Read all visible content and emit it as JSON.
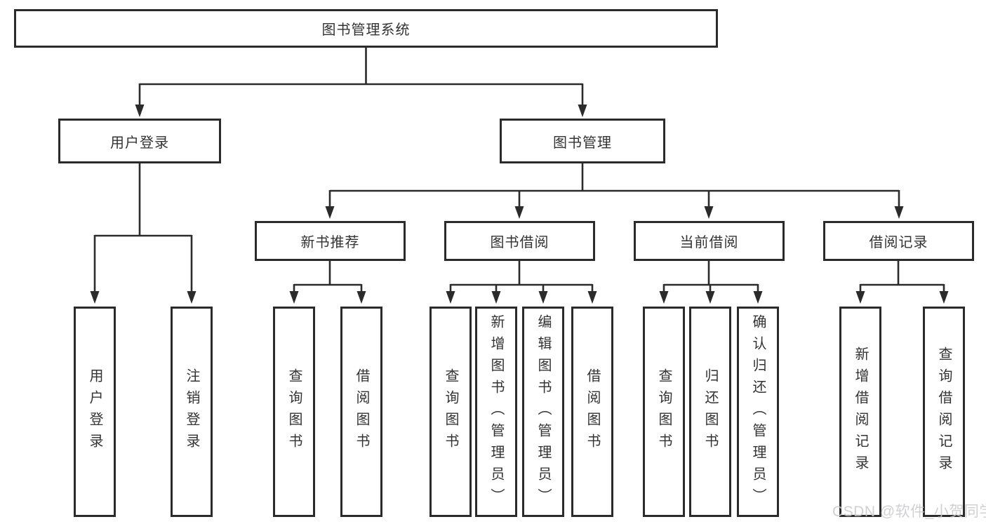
{
  "diagram": {
    "root": {
      "label": "图书管理系统"
    },
    "level1": [
      {
        "label": "用户登录"
      },
      {
        "label": "图书管理"
      }
    ],
    "level2": [
      {
        "label": "新书推荐"
      },
      {
        "label": "图书借阅"
      },
      {
        "label": "当前借阅"
      },
      {
        "label": "借阅记录"
      }
    ],
    "leaves": {
      "user_login": [
        {
          "label": "用户登录"
        },
        {
          "label": "注销登录"
        }
      ],
      "new_book_rec": [
        {
          "label": "查询图书"
        },
        {
          "label": "借阅图书"
        }
      ],
      "book_borrow": [
        {
          "label": "查询图书"
        },
        {
          "label": "新增图书（管理员）"
        },
        {
          "label": "编辑图书（管理员）"
        },
        {
          "label": "借阅图书"
        }
      ],
      "current_borrow": [
        {
          "label": "查询图书"
        },
        {
          "label": "归还图书"
        },
        {
          "label": "确认归还（管理员）"
        }
      ],
      "borrow_records": [
        {
          "label": "新增借阅记录"
        },
        {
          "label": "查询借阅记录"
        }
      ]
    }
  },
  "watermark": {
    "text": "CSDN @软件_小贺同学"
  },
  "colors": {
    "line": "#2b2b2b",
    "text": "#333333",
    "background": "#ffffff",
    "watermark": "#cacacc"
  }
}
